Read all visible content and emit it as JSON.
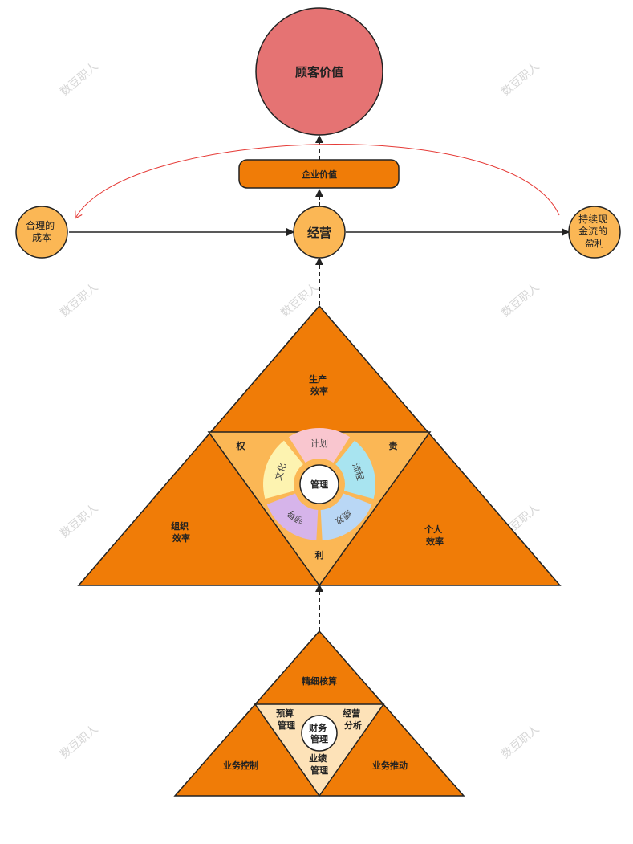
{
  "top": {
    "customer_value": "顾客价值",
    "enterprise_value": "企业价值",
    "operation": "经营",
    "left_circle": [
      "合理的",
      "成本"
    ],
    "right_circle": [
      "持续现",
      "金流的",
      "盈利"
    ]
  },
  "management_triangle": {
    "top": [
      "生产",
      "效率"
    ],
    "left": [
      "组织",
      "效率"
    ],
    "right": [
      "个人",
      "效率"
    ],
    "corner_left": "权",
    "corner_right": "责",
    "corner_bottom": "利",
    "center": "管理",
    "ring_segments": [
      "计划",
      "流程",
      "绩效",
      "领导",
      "文化"
    ]
  },
  "finance_triangle": {
    "top": "精细核算",
    "left": "业务控制",
    "right": "业务推动",
    "inner_left": [
      "预算",
      "管理"
    ],
    "inner_right": [
      "经营",
      "分析"
    ],
    "inner_bottom": [
      "业绩",
      "管理"
    ],
    "center": [
      "财务",
      "管理"
    ]
  },
  "watermark": "数豆职人",
  "colors": {
    "orange": "#f07c07",
    "light_orange": "#fbb755",
    "pale_orange": "#fde2b8",
    "red_circle": "#e57373",
    "ring_pink": "#f9c6cf",
    "ring_cyan": "#a8e4f0",
    "ring_blue": "#b9d7f5",
    "ring_purple": "#d6b4ea",
    "ring_yellow": "#fdf3b0"
  }
}
